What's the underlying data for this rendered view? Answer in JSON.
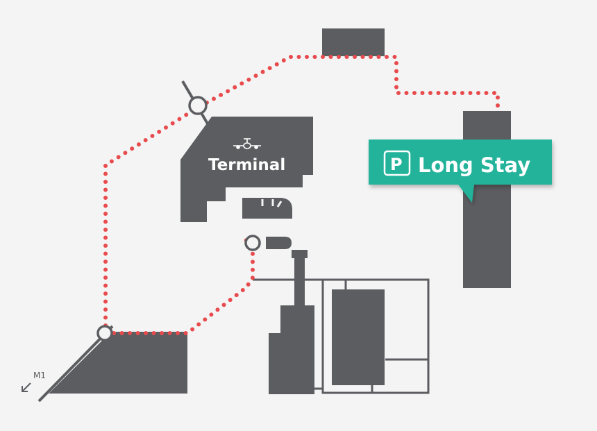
{
  "labels": {
    "terminal": "Terminal",
    "long_stay": "Long Stay",
    "parking_symbol": "P",
    "motorway": "M1"
  },
  "colors": {
    "background": "#f4f4f4",
    "building": "#5c5d60",
    "route": "#e84b4d",
    "callout": "#21b39a",
    "label_text": "#ffffff"
  },
  "icons": {
    "terminal": "airplane-icon",
    "parking": "parking-icon",
    "direction": "arrow-down-left-icon"
  }
}
